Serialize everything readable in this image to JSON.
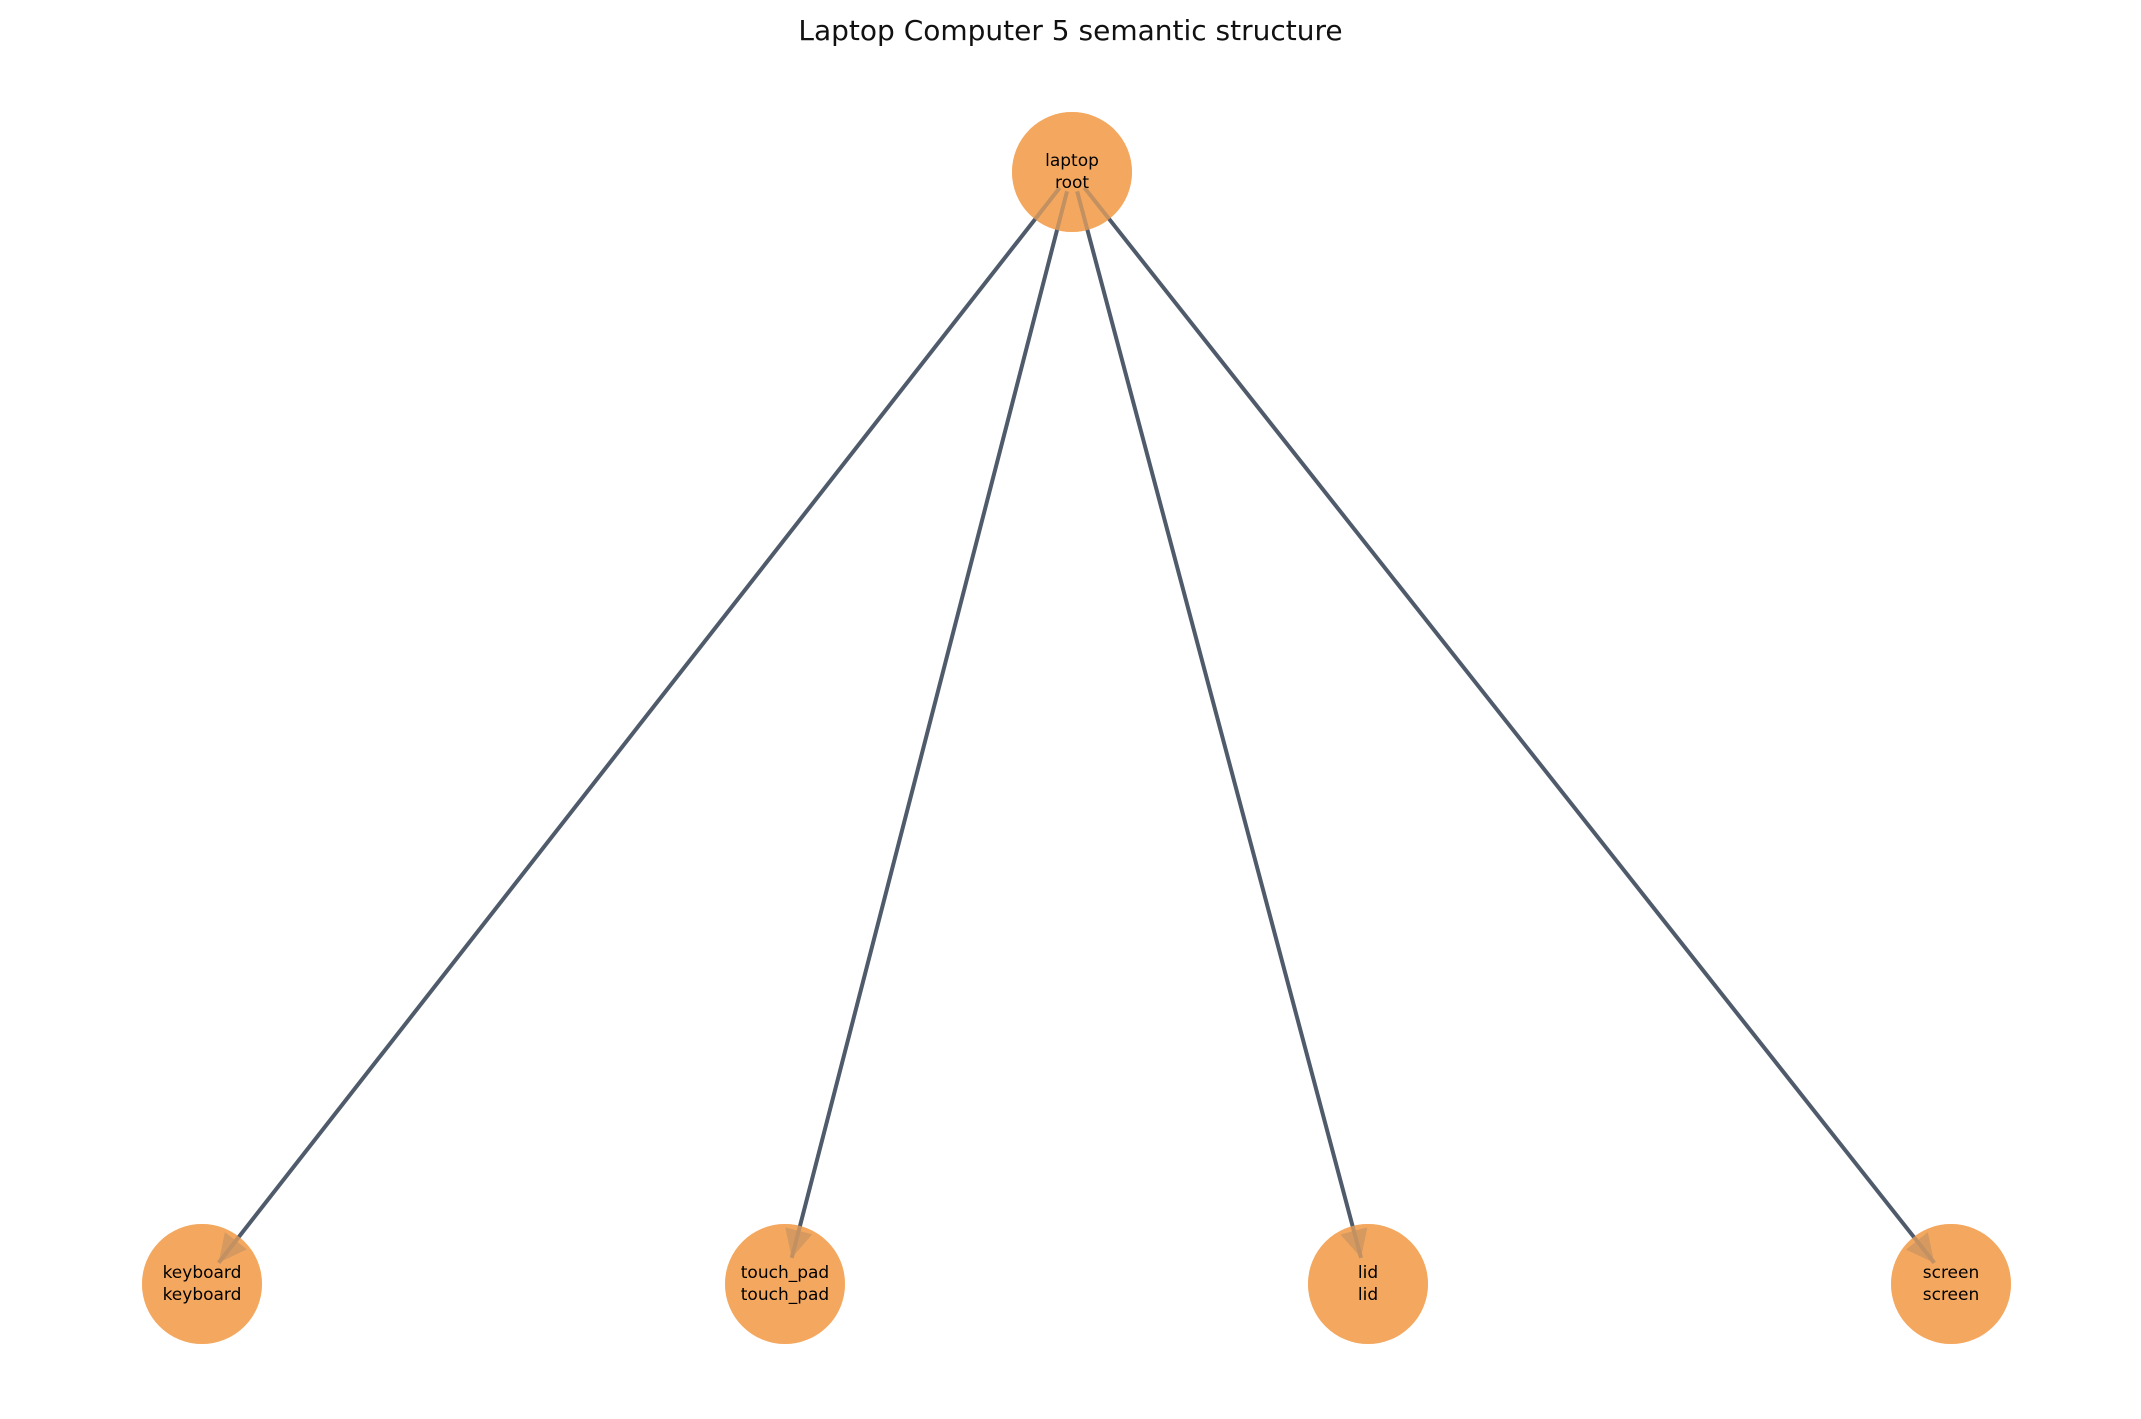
{
  "title": "Laptop Computer 5 semantic structure",
  "colors": {
    "node": "#f4a65c",
    "edge": "#4f5b6b"
  },
  "nodes": [
    {
      "id": "laptop",
      "name": "laptop",
      "role": "root",
      "level": 0,
      "order": 0
    },
    {
      "id": "keyboard",
      "name": "keyboard",
      "role": "keyboard",
      "level": 1,
      "order": 0
    },
    {
      "id": "touch_pad",
      "name": "touch_pad",
      "role": "touch_pad",
      "level": 1,
      "order": 1
    },
    {
      "id": "lid",
      "name": "lid",
      "role": "lid",
      "level": 1,
      "order": 2
    },
    {
      "id": "screen",
      "name": "screen",
      "role": "screen",
      "level": 1,
      "order": 3
    }
  ],
  "edges": [
    {
      "from": "laptop",
      "to": "keyboard"
    },
    {
      "from": "laptop",
      "to": "touch_pad"
    },
    {
      "from": "laptop",
      "to": "lid"
    },
    {
      "from": "laptop",
      "to": "screen"
    }
  ]
}
